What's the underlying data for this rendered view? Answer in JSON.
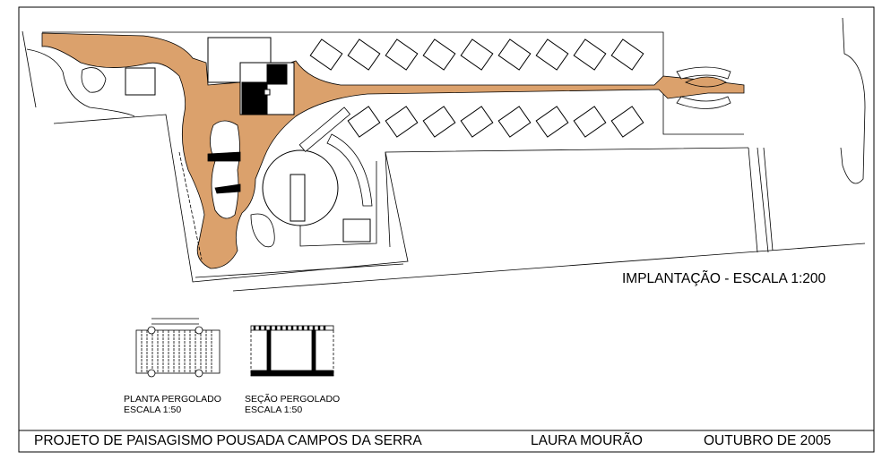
{
  "drawing": {
    "title": "IMPLANTAÇÃO - ESCALA 1:200",
    "paving_color": "#dba16c",
    "line_color": "#000000"
  },
  "details": {
    "plan": {
      "label": "PLANTA PERGOLADO",
      "scale": "ESCALA 1:50"
    },
    "section": {
      "label": "SEÇÃO PERGOLADO",
      "scale": "ESCALA 1:50"
    }
  },
  "title_block": {
    "project": "PROJETO DE PAISAGISMO POUSADA CAMPOS DA SERRA",
    "author": "LAURA MOURÃO",
    "date": "OUTUBRO DE 2005"
  }
}
